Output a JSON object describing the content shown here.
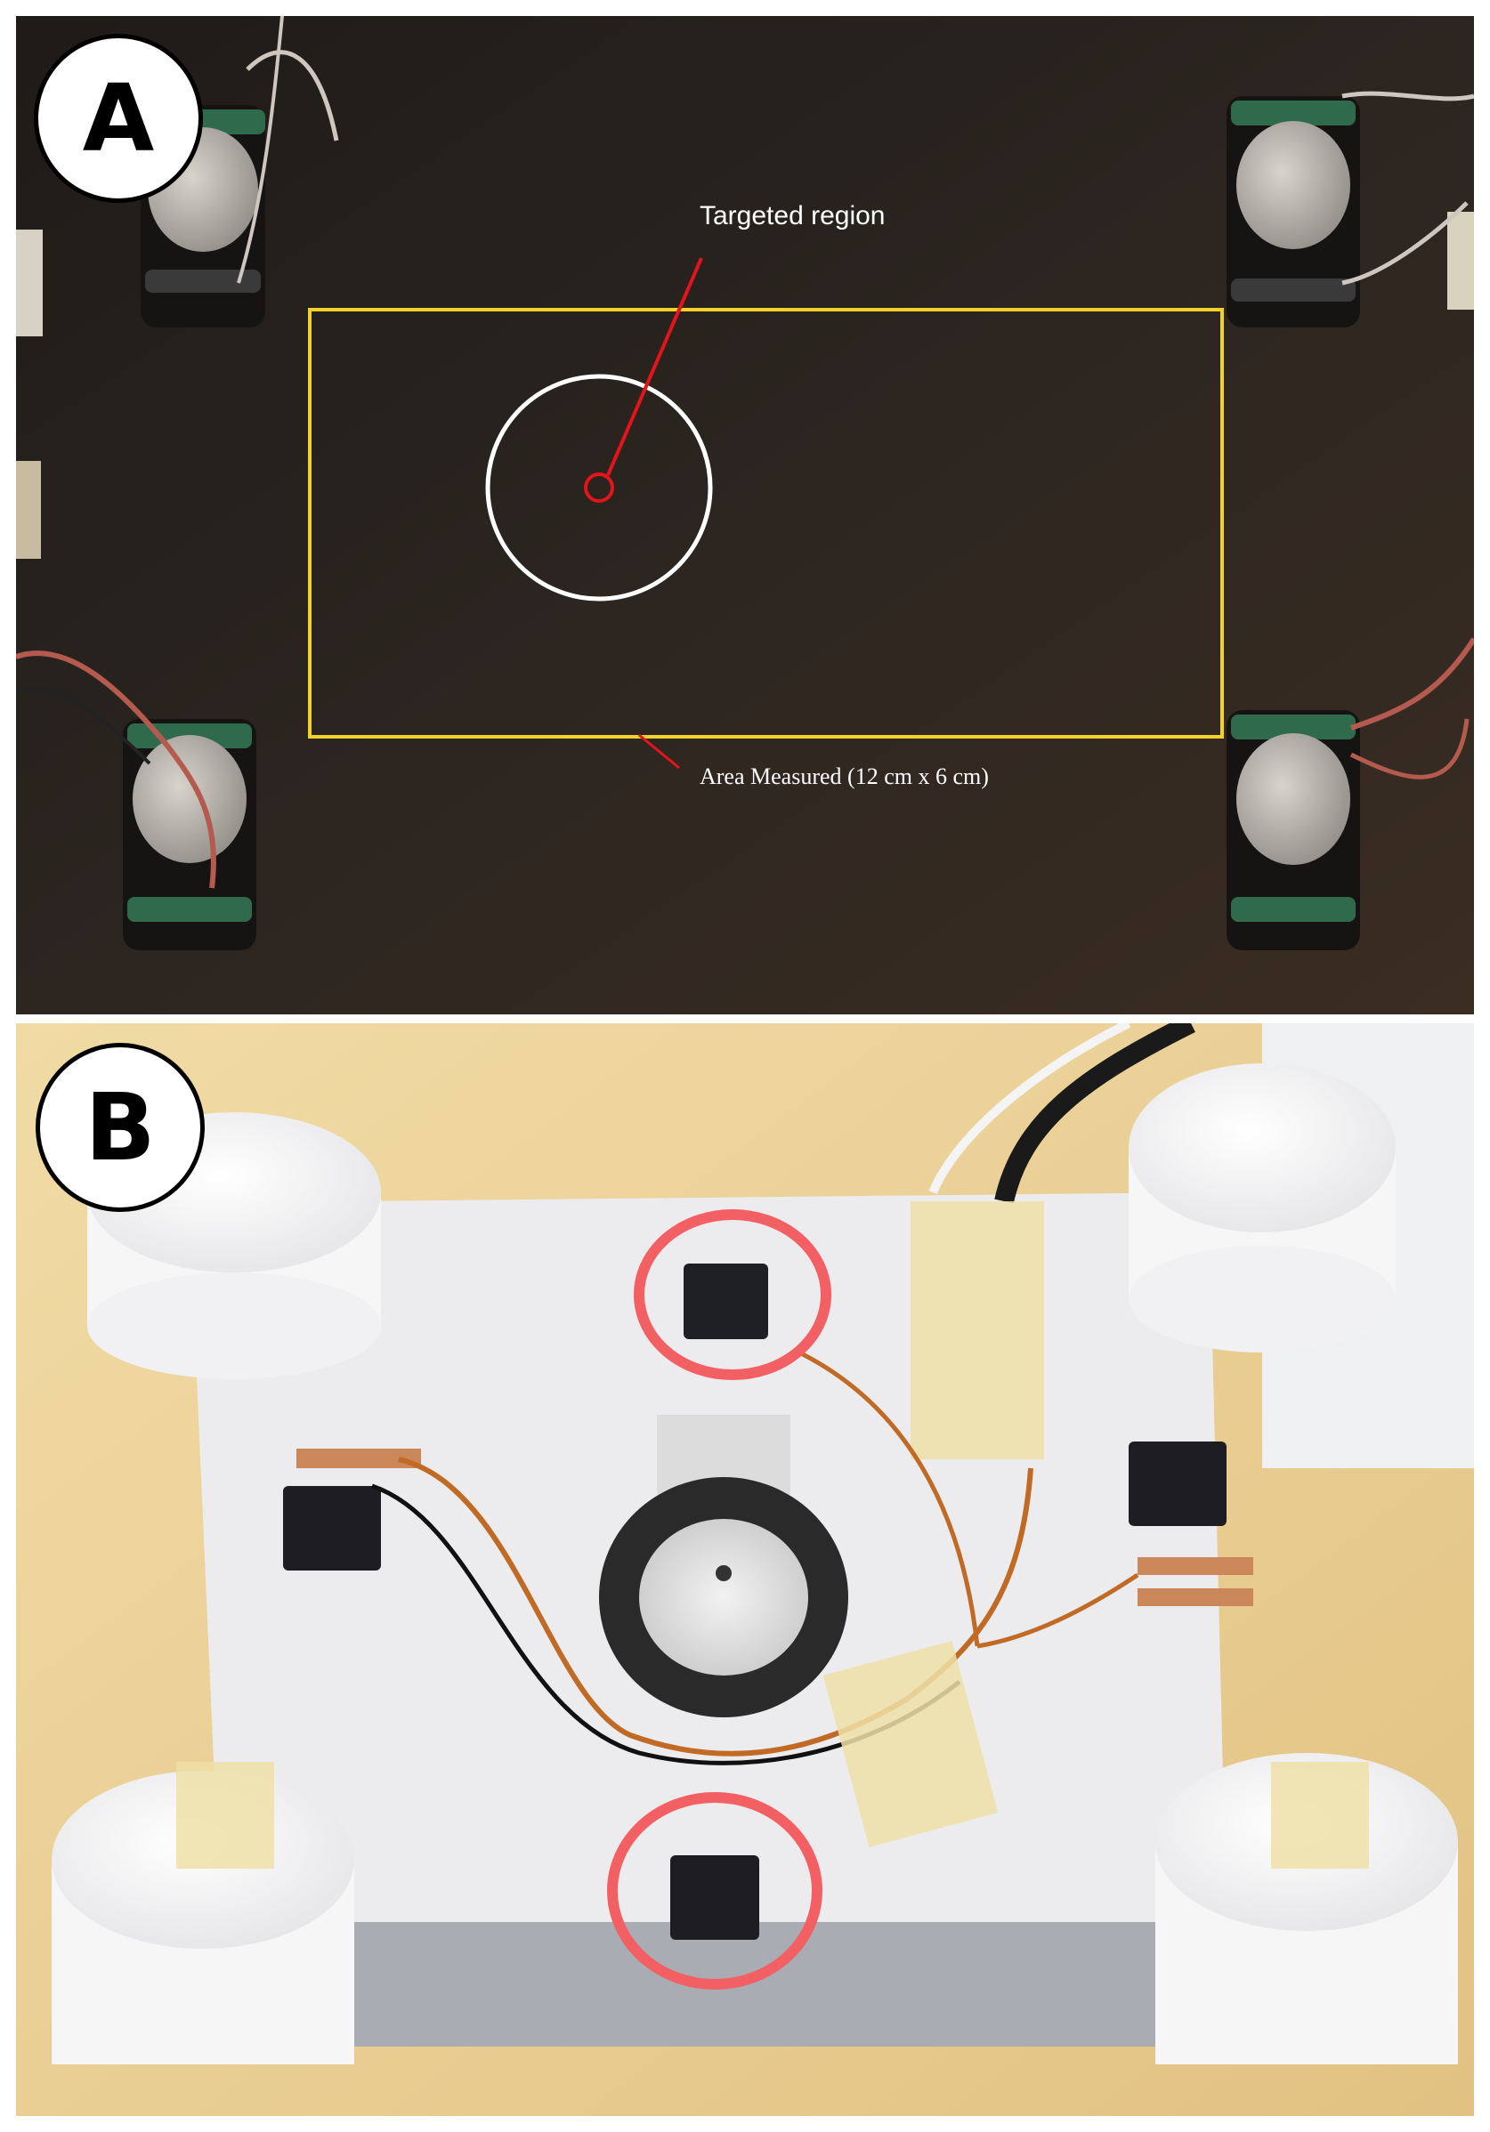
{
  "panels": [
    {
      "label": "A",
      "annotations": {
        "target_label": "Targeted region",
        "area_label": "Area Measured (12 cm  x 6 cm)"
      }
    },
    {
      "label": "B"
    }
  ],
  "colors": {
    "panel_a_background": "#2a241f",
    "measured_area_outline": "#f2d22a",
    "target_circle": "#ffffff",
    "target_marker": "#e3141c",
    "panel_b_table": "#e9cd8f",
    "panel_b_plate": "#ececee",
    "panel_b_highlight": "#f26063"
  }
}
